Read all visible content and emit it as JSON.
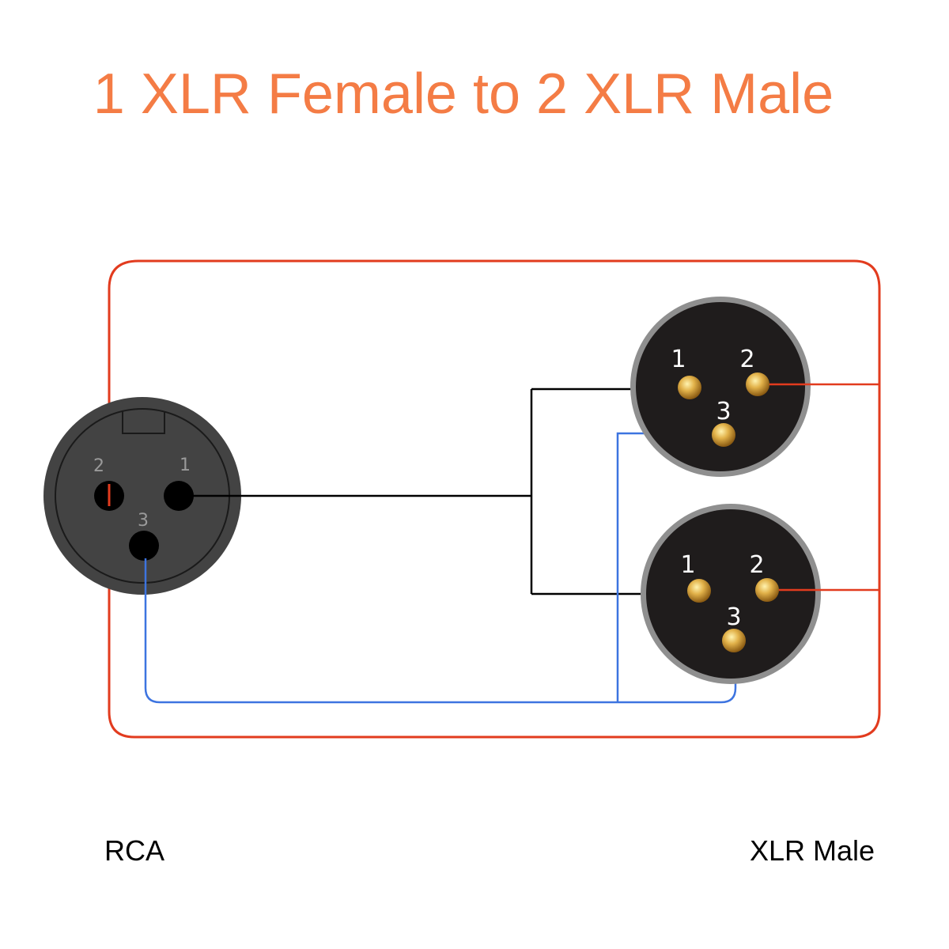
{
  "title": "1 XLR Female to 2 XLR Male",
  "labels": {
    "left": "RCA",
    "right": "XLR Male"
  },
  "female_connector": {
    "pins": [
      "1",
      "2",
      "3"
    ]
  },
  "male_connector_top": {
    "pins": [
      "1",
      "2",
      "3"
    ]
  },
  "male_connector_bottom": {
    "pins": [
      "1",
      "2",
      "3"
    ]
  },
  "colors": {
    "title": "#F47C45",
    "red_wire": "#E23B1E",
    "blue_wire": "#3D74E0",
    "black_wire": "#000000",
    "connector_female": "#434343",
    "connector_male": "#1f1c1c",
    "gold_pin": "#D4A53A"
  }
}
